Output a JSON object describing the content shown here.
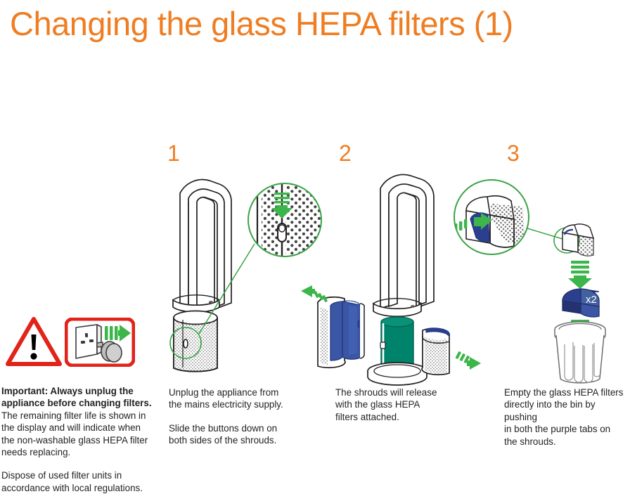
{
  "page": {
    "title": "Changing the glass HEPA filters (1)",
    "title_color": "#ef7d22",
    "background": "#ffffff"
  },
  "warning": {
    "triangle_icon": "warning-triangle-icon",
    "plug_icon": "unplug-socket-icon",
    "triangle_color": "#e2231a",
    "arrow_color": "#3cb54a",
    "bold_line_1": "Important: Always unplug the",
    "bold_line_2": "appliance before changing filters.",
    "body_line_1": "The remaining filter life is shown in",
    "body_line_2": "the display and will indicate when",
    "body_line_3": "the non-washable glass HEPA filter",
    "body_line_4": "needs replacing.",
    "dispose_line_1": "Dispose of used filter units in",
    "dispose_line_2": "accordance with local regulations."
  },
  "steps": [
    {
      "number": "1",
      "caption_lines_a": [
        "Unplug the appliance from",
        "the mains electricity supply."
      ],
      "caption_lines_b": [
        "Slide the buttons down on",
        "both sides of the shrouds."
      ],
      "illustration": "purifier-with-button-callout"
    },
    {
      "number": "2",
      "caption_lines_a": [
        "The shrouds will release",
        "with the glass HEPA",
        "filters attached."
      ],
      "caption_lines_b": [],
      "illustration": "shrouds-releasing-from-purifier"
    },
    {
      "number": "3",
      "caption_lines_a": [
        "Empty the glass HEPA filters",
        "directly into the bin by pushing",
        "in both the purple tabs on",
        "the shrouds."
      ],
      "caption_lines_b": [],
      "illustration": "empty-filters-into-bin"
    }
  ],
  "labels": {
    "quantity_badge": "x2"
  },
  "colors": {
    "orange": "#ef7d22",
    "green_arrow": "#3cb54a",
    "green_outline": "#3aa347",
    "blue_filter": "#3a56a4",
    "dark_blue_tab": "#2c3f8f",
    "teal_core": "#00836b",
    "red": "#e2231a",
    "line": "#231f20",
    "grey": "#9b9b9b"
  }
}
